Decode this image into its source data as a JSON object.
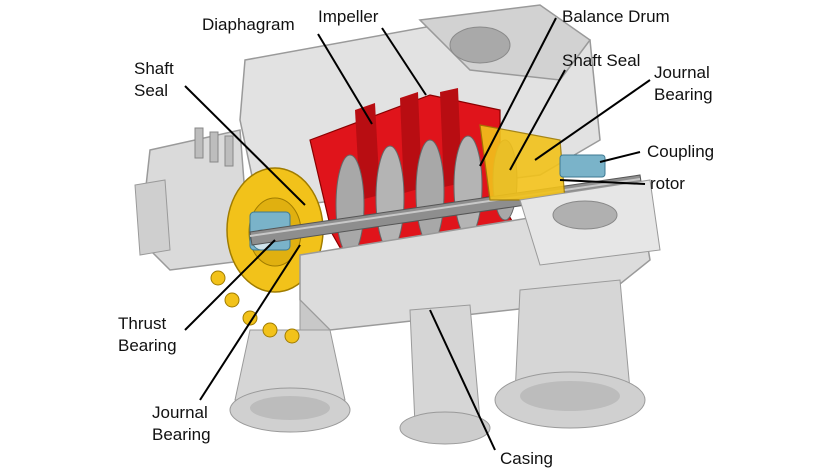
{
  "labels": {
    "diaphragm": "Diaphagram",
    "impeller": "Impeller",
    "balance_drum": "Balance Drum",
    "shaft_seal_top": "Shaft Seal",
    "journal_bearing_right": "Journal Bearing",
    "coupling": "Coupling",
    "rotor": "rotor",
    "shaft_seal_left": "Shaft Seal",
    "thrust_bearing": "Thrust Bearing",
    "journal_bearing_left": "Journal Bearing",
    "casing": "Casing"
  },
  "colors": {
    "casing": "#dcdcdc",
    "casing_dark": "#b8b8b8",
    "diaphragm": "#e0141b",
    "bearing": "#f2c21a",
    "shaft": "#8e8e8e",
    "coupling": "#7ab3c9"
  }
}
